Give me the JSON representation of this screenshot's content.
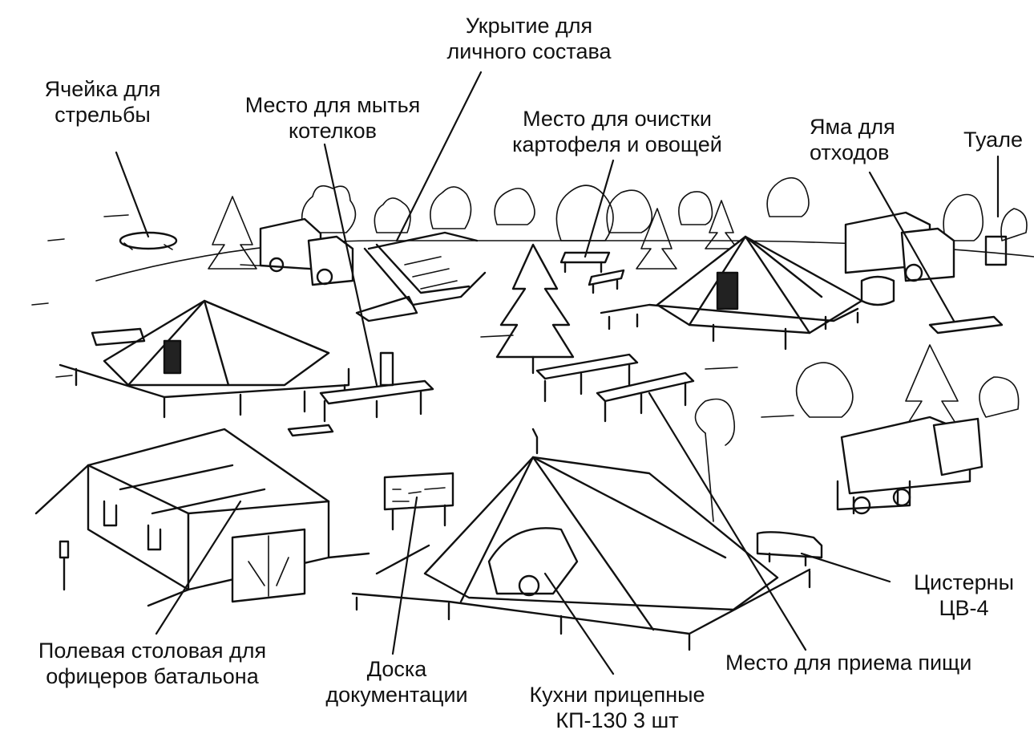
{
  "labels": {
    "firing_cell": [
      "Ячейка для",
      "стрельбы"
    ],
    "pot_washing": [
      "Место для мытья",
      "котелков"
    ],
    "shelter": [
      "Укрытие для",
      "личного состава"
    ],
    "peeling_place": [
      "Место для очистки",
      "картофеля и овощей"
    ],
    "waste_pit": [
      "Яма для",
      "отходов"
    ],
    "toilet": [
      "Туале"
    ],
    "tanks": [
      "Цистерны",
      "ЦВ-4"
    ],
    "eating_place": [
      "Место для приема пищи"
    ],
    "kitchens": [
      "Кухни прицепные",
      "КП-130  3 шт"
    ],
    "doc_board": [
      "Доска",
      "документации"
    ],
    "officers_canteen": [
      "Полевая столовая для",
      "офицеров батальона"
    ]
  },
  "colors": {
    "ink": "#111111",
    "paper": "#ffffff"
  }
}
